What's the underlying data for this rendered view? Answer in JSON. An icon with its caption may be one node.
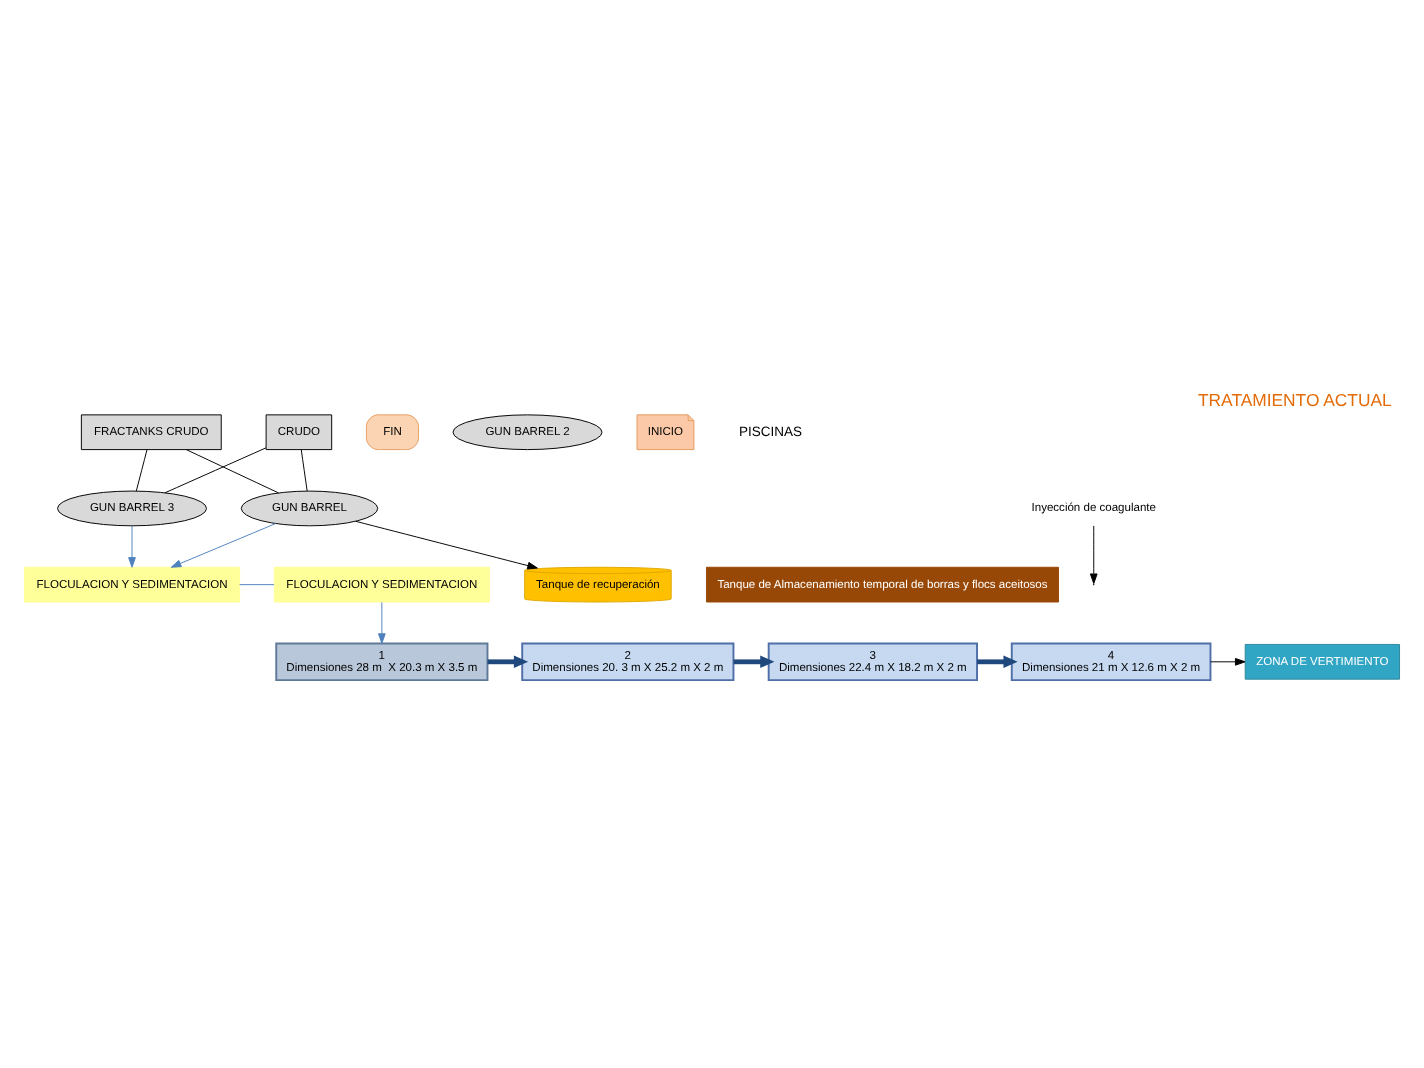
{
  "diagram": {
    "title": "TRATAMIENTO ACTUAL",
    "nodes": [
      {
        "text": [
          "4",
          "Dimensiones 21 m X 12.6 m X 2 m"
        ]
      },
      {
        "text": [
          "3",
          "Dimensiones 22.4 m X 18.2 m X 2 m"
        ]
      },
      {
        "text": [
          "2",
          "Dimensiones 20. 3 m X 25.2 m X 2 m"
        ]
      },
      {
        "text": [
          "1",
          "Dimensiones 28 m  X 20.3 m X 3.5 m"
        ]
      },
      {
        "text": [
          "ZONA DE VERTIMIENTO"
        ]
      },
      {
        "text": [
          "FIN"
        ]
      },
      {
        "text": [
          "Tanque de Almacenamiento temporal de borras y flocs aceitosos"
        ]
      },
      {
        "text": [
          "GUN BARREL 3"
        ]
      },
      {
        "text": [
          "GUN BARREL 2"
        ]
      },
      {
        "text": [
          "GUN BARREL"
        ]
      },
      {
        "text": [
          "Inyección de coagulante"
        ]
      },
      {
        "text": [
          "INICIO"
        ]
      },
      {
        "text": [
          "FLOCULACION Y SEDIMENTACION"
        ]
      },
      {
        "text": [
          "FLOCULACION Y SEDIMENTACION"
        ]
      },
      {
        "text": [
          "Tanque de recuperación"
        ]
      },
      {
        "text": [
          "FRACTANKS CRUDO"
        ]
      },
      {
        "text": [
          "CRUDO"
        ]
      }
    ],
    "edges": [
      {
        "from": 3,
        "to": 2,
        "arrow": "to",
        "style": "thick",
        "color": "#1f497d"
      },
      {
        "from": 2,
        "to": 1,
        "arrow": "to",
        "style": "thick",
        "color": "#1f497d"
      },
      {
        "from": 1,
        "to": 0,
        "arrow": "to",
        "style": "thick",
        "color": "#1f497d"
      },
      {
        "from": 0,
        "to": 4,
        "arrow": "to"
      },
      {
        "from": 7,
        "to": 12,
        "arrow": "to",
        "color": "#4f81bd"
      },
      {
        "from": 9,
        "to": 12,
        "arrow": "to",
        "color": "#4f81bd"
      },
      {
        "from": 10,
        "to": null,
        "arrow": "to"
      },
      {
        "from": 12,
        "to": 13,
        "arrow": "none",
        "color": "#4f81bd"
      },
      {
        "from": 13,
        "to": 3,
        "arrow": "to",
        "color": "#4f81bd"
      },
      {
        "from": 9,
        "to": 14,
        "arrow": "to"
      },
      {
        "from": 15,
        "to": 7,
        "arrow": "none"
      },
      {
        "from": 15,
        "to": 9,
        "arrow": "none"
      },
      {
        "from": 16,
        "to": 7,
        "arrow": "none"
      },
      {
        "from": 16,
        "to": 9,
        "arrow": "none"
      }
    ],
    "labels": [
      "PISCINAS"
    ]
  }
}
